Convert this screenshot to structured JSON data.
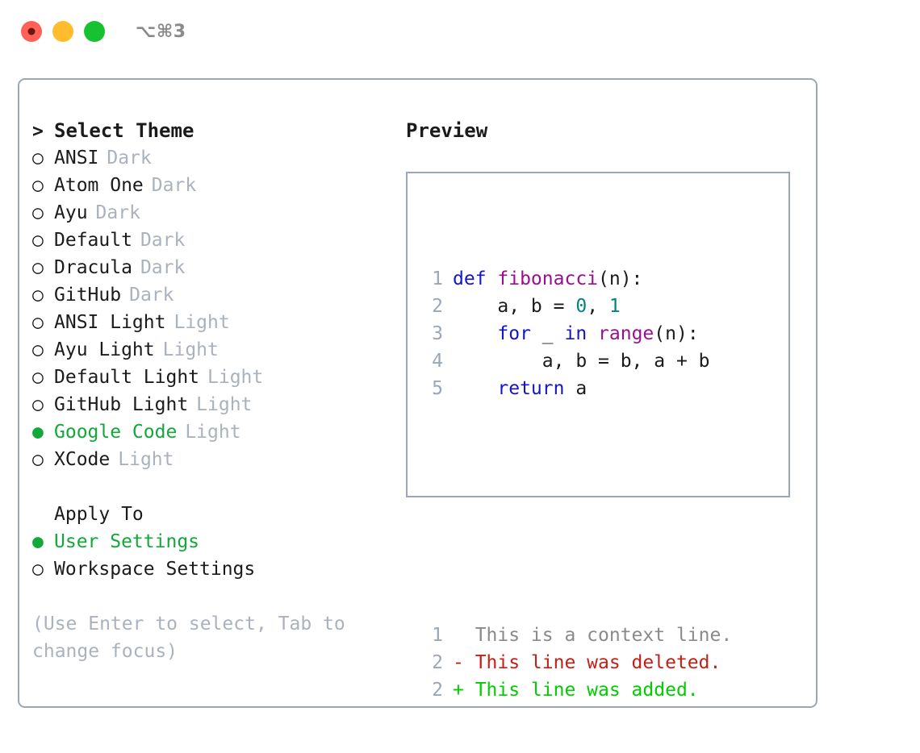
{
  "titlebar": {
    "shortcut": "⌥⌘3",
    "lights": [
      "close",
      "minimize",
      "maximize"
    ]
  },
  "theme_picker": {
    "header": {
      "marker": ">",
      "label": "Select Theme"
    },
    "markers": {
      "selected": "●",
      "unselected": "○",
      "none": " "
    },
    "items": [
      {
        "marker": "○",
        "label": "ANSI",
        "suffix": "Dark",
        "selected": false
      },
      {
        "marker": "○",
        "label": "Atom One",
        "suffix": "Dark",
        "selected": false
      },
      {
        "marker": "○",
        "label": "Ayu",
        "suffix": "Dark",
        "selected": false
      },
      {
        "marker": "○",
        "label": "Default",
        "suffix": "Dark",
        "selected": false
      },
      {
        "marker": "○",
        "label": "Dracula",
        "suffix": "Dark",
        "selected": false
      },
      {
        "marker": "○",
        "label": "GitHub",
        "suffix": "Dark",
        "selected": false
      },
      {
        "marker": "○",
        "label": "ANSI Light",
        "suffix": "Light",
        "selected": false
      },
      {
        "marker": "○",
        "label": "Ayu Light",
        "suffix": "Light",
        "selected": false
      },
      {
        "marker": "○",
        "label": "Default Light",
        "suffix": "Light",
        "selected": false
      },
      {
        "marker": "○",
        "label": "GitHub Light",
        "suffix": "Light",
        "selected": false
      },
      {
        "marker": "●",
        "label": "Google Code",
        "suffix": "Light",
        "selected": true
      },
      {
        "marker": "○",
        "label": "XCode",
        "suffix": "Light",
        "selected": false
      }
    ]
  },
  "apply_to": {
    "header": {
      "marker": " ",
      "label": "Apply To"
    },
    "items": [
      {
        "marker": "●",
        "label": "User Settings",
        "selected": true
      },
      {
        "marker": "○",
        "label": "Workspace Settings",
        "selected": false
      }
    ]
  },
  "hint": "(Use Enter to select, Tab to change focus)",
  "preview": {
    "title": "Preview",
    "code_lines": [
      {
        "num": "1",
        "tokens": [
          {
            "t": "def ",
            "c": "kw"
          },
          {
            "t": "fibonacci",
            "c": "fn"
          },
          {
            "t": "(n):",
            "c": "txt"
          }
        ]
      },
      {
        "num": "2",
        "tokens": [
          {
            "t": "    a, b = ",
            "c": "txt"
          },
          {
            "t": "0",
            "c": "num"
          },
          {
            "t": ", ",
            "c": "txt"
          },
          {
            "t": "1",
            "c": "num"
          }
        ]
      },
      {
        "num": "3",
        "tokens": [
          {
            "t": "    ",
            "c": "txt"
          },
          {
            "t": "for",
            "c": "kw"
          },
          {
            "t": " _ ",
            "c": "txt"
          },
          {
            "t": "in",
            "c": "kw"
          },
          {
            "t": " ",
            "c": "txt"
          },
          {
            "t": "range",
            "c": "fn"
          },
          {
            "t": "(n):",
            "c": "txt"
          }
        ]
      },
      {
        "num": "4",
        "tokens": [
          {
            "t": "        a, b = b, a + b",
            "c": "txt"
          }
        ]
      },
      {
        "num": "5",
        "tokens": [
          {
            "t": "    ",
            "c": "txt"
          },
          {
            "t": "return",
            "c": "kw"
          },
          {
            "t": " a",
            "c": "txt"
          }
        ]
      }
    ],
    "diff_lines": [
      {
        "num": "1",
        "tokens": [
          {
            "t": "  This is a context line.",
            "c": "ctx"
          }
        ]
      },
      {
        "num": "2",
        "tokens": [
          {
            "t": "- This line was deleted.",
            "c": "del"
          }
        ]
      },
      {
        "num": "2",
        "tokens": [
          {
            "t": "+ This line was added.",
            "c": "add"
          }
        ]
      }
    ]
  },
  "colors": {
    "accent_green": "#12a83a",
    "border": "#9ba7b5",
    "muted": "#aab2bd",
    "keyword": "#1414c8",
    "function": "#9a0f8f",
    "number": "#00847e",
    "text": "#1b1b1b",
    "diff_context": "#8a8a8a",
    "diff_deleted": "#c41f16",
    "diff_added": "#00cc00",
    "light_red": "#ff6058",
    "light_yellow": "#ffbd2e",
    "light_green": "#18c132"
  }
}
